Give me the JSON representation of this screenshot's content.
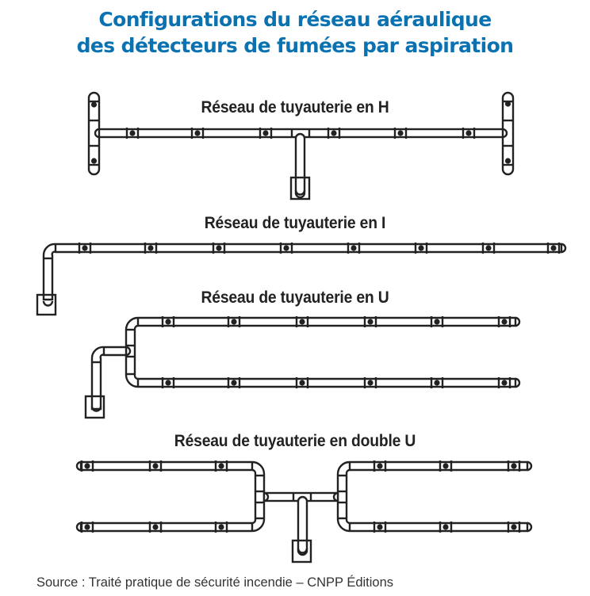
{
  "title": {
    "line1": "Configurations du réseau aéraulique",
    "line2": "des détecteurs de fumées par aspiration"
  },
  "colors": {
    "title": "#0a72b0",
    "pipe_stroke": "#222222",
    "background": "#ffffff"
  },
  "sections": [
    {
      "id": "H",
      "label": "Réseau de tuyauterie en H"
    },
    {
      "id": "I",
      "label": "Réseau de tuyauterie en I"
    },
    {
      "id": "U",
      "label": "Réseau de tuyauterie en U"
    },
    {
      "id": "double-U",
      "label": "Réseau de tuyauterie en double U"
    }
  ],
  "source": "Source : Traité pratique de sécurité incendie – CNPP Éditions"
}
